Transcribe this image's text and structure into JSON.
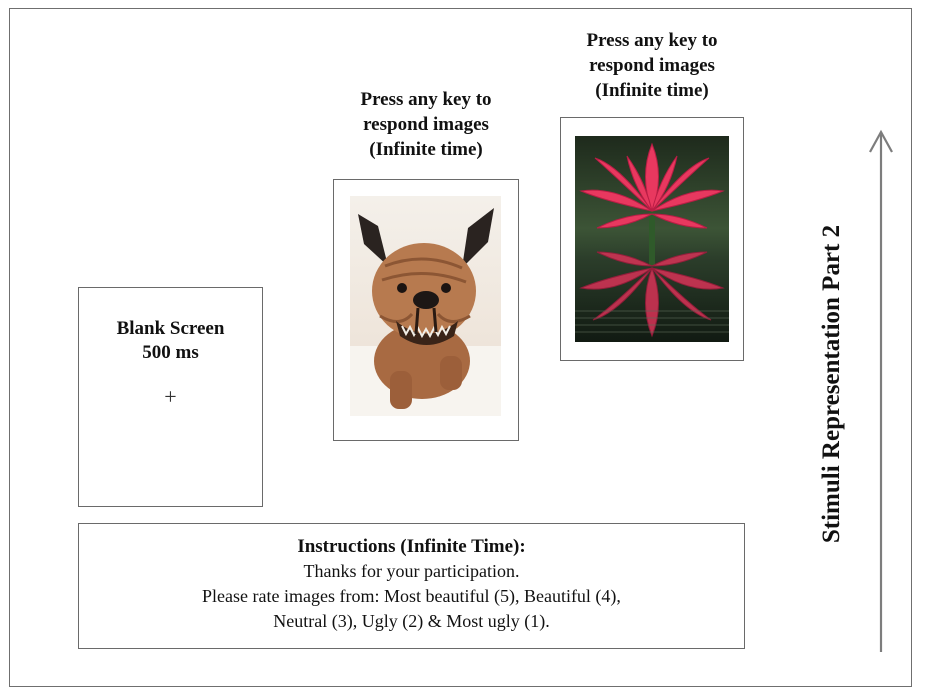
{
  "blank_screen": {
    "line1": "Blank Screen",
    "line2": "500 ms",
    "fixation": "+"
  },
  "stimulus_1": {
    "caption_line1": "Press any key to",
    "caption_line2": "respond images",
    "caption_line3": "(Infinite time)",
    "image_icon": "dog-photo"
  },
  "stimulus_2": {
    "caption_line1": "Press any key to",
    "caption_line2": "respond images",
    "caption_line3": "(Infinite time)",
    "image_icon": "lotus-flower-photo"
  },
  "instructions": {
    "heading": "Instructions (Infinite Time):",
    "line1": "Thanks for your participation.",
    "line2": "Please rate images from: Most beautiful (5),  Beautiful (4),",
    "line3": "Neutral (3), Ugly (2) &  Most ugly (1)."
  },
  "side_label": "Stimuli Representation Part 2",
  "arrow_icon": "arrow-up-icon",
  "colors": {
    "border": "#6a6a6a",
    "flower": "#e8385f",
    "dog": "#b77a4f"
  }
}
